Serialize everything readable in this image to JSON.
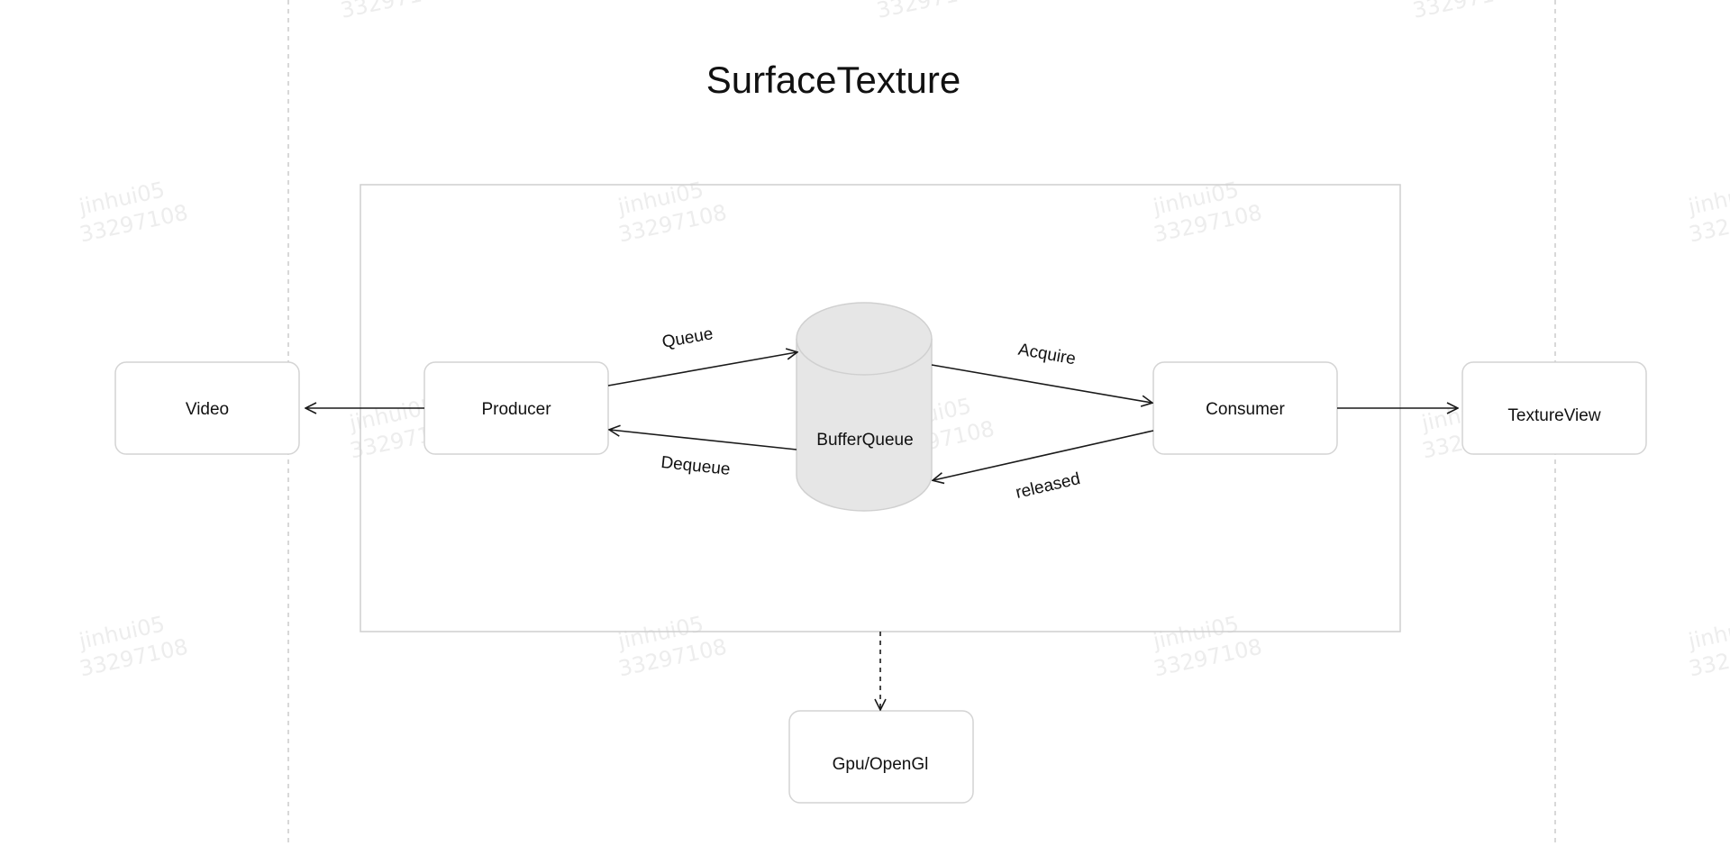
{
  "title": "SurfaceTexture",
  "nodes": {
    "video": "Video",
    "producer": "Producer",
    "buffer_queue": "BufferQueue",
    "consumer": "Consumer",
    "texture_view": "TextureView",
    "gpu": "Gpu/OpenGl"
  },
  "edges": {
    "queue": "Queue",
    "dequeue": "Dequeue",
    "acquire": "Acquire",
    "released": "released"
  },
  "watermark": {
    "line1": "jinhui05",
    "line2": "33297108"
  },
  "colors": {
    "node_border": "#d4d4d4",
    "container_border": "#cfcfcf",
    "cylinder_fill": "#e6e6e6",
    "arrow": "#1a1a1a",
    "divider": "#bdbdbd",
    "watermark": "#ededed"
  }
}
